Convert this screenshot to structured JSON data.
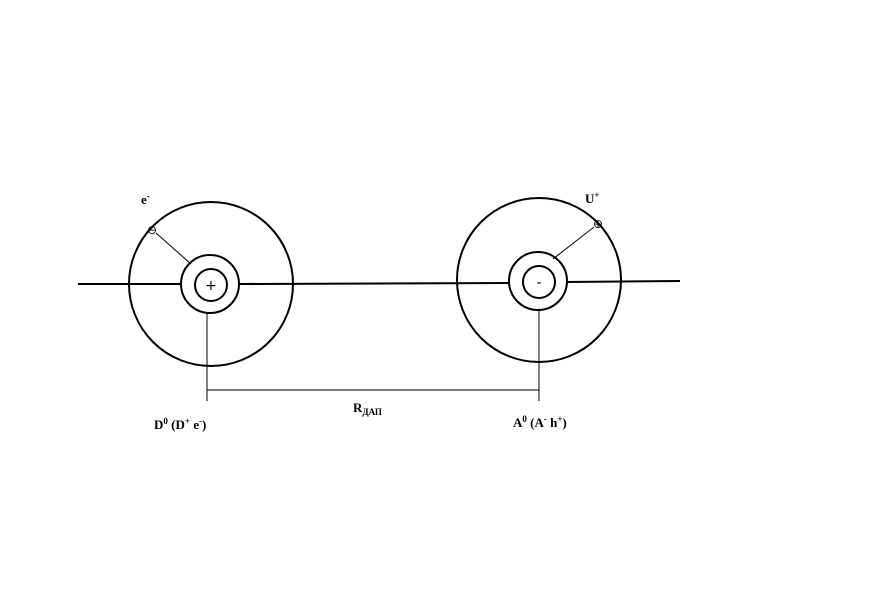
{
  "diagram": {
    "donor_label": {
      "base": "D",
      "sup": "0",
      "paren_open": " (D",
      "sup2": "+",
      "mid": " e",
      "sup3": "-",
      "paren_close": ")"
    },
    "acceptor_label": {
      "base": "A",
      "sup": "0",
      "paren_open": " (A",
      "sup2": "-",
      "mid": " h",
      "sup3": "+",
      "paren_close": ")"
    },
    "distance_label": {
      "base": "R",
      "sub": "ДАП"
    },
    "electron_label": {
      "base": "e",
      "sup": "-"
    },
    "hole_label": {
      "base": "U",
      "sup": "+"
    },
    "donor_core_sign": "+",
    "acceptor_core_sign": "-",
    "electron_symbol": "⊖",
    "hole_symbol": "⊕",
    "line_color": "#000000",
    "background_color": "#ffffff"
  }
}
